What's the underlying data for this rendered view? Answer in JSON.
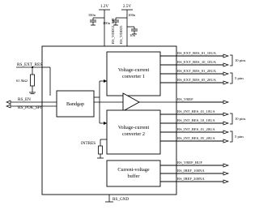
{
  "supplies": {
    "v12": "1.2V",
    "v25": "2.5V",
    "net_12": "RS_VDD12_SPI",
    "net_25": "RS_VDD25"
  },
  "caps": {
    "c1": "100n",
    "c2": "100n",
    "c3": "100n",
    "c4": "10u"
  },
  "left_pins": {
    "ext_res": "RS_EXT_RES",
    "resistor": "61.9kΩ",
    "en": "RS_EN",
    "pok": "RS_POK_SPI"
  },
  "blocks": {
    "vic1": [
      "Voltage-current",
      "converter 1"
    ],
    "vic2": [
      "Voltage-current",
      "converter 2"
    ],
    "bandgap": "Bandgap",
    "civ": [
      "Current-voltage",
      "buffer"
    ]
  },
  "intres": "INTRES",
  "gnd": "RS_GND",
  "outputs_ext": [
    "RS_EXT_RES_01_10UA",
    "RS_EXT_RES_10_10UA",
    "RS_EXT_RES_01_20UA",
    "RS_EXT_RES_05_20UA"
  ],
  "vref": "RS_VREF",
  "outputs_int": [
    "RS_INT_RES_01_10UA",
    "RS_INT_RES_10_10UA",
    "RS_INT_RES_01_20UA",
    "RS_INT_RES_05_20UA"
  ],
  "outputs_buf": [
    "RS_VREF_BUF",
    "RS_IREF_100NA",
    "RS_IREF_200NA"
  ],
  "pin_groups": [
    "10 pins",
    "5 pins",
    "10 pins",
    "5 pins"
  ]
}
